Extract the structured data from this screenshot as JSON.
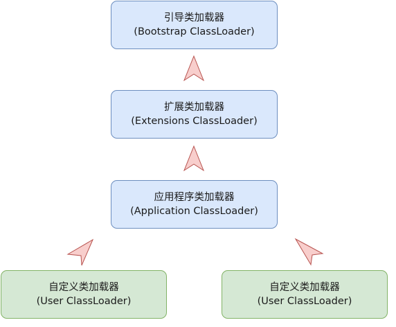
{
  "nodes": {
    "bootstrap": {
      "name": "引导类加载器",
      "en": "(Bootstrap ClassLoader)"
    },
    "extensions": {
      "name": "扩展类加载器",
      "en": "(Extensions ClassLoader)"
    },
    "application": {
      "name": "应用程序类加载器",
      "en": "(Application ClassLoader)"
    },
    "user_left": {
      "name": "自定义类加载器",
      "en": "(User ClassLoader)"
    },
    "user_right": {
      "name": "自定义类加载器",
      "en": "(User ClassLoader)"
    }
  },
  "colors": {
    "blue_fill": "#dae8fc",
    "blue_stroke": "#6c8ebf",
    "green_fill": "#d5e8d4",
    "green_stroke": "#82b366",
    "arrow_fill": "#f8cecc",
    "arrow_stroke": "#b85450"
  }
}
